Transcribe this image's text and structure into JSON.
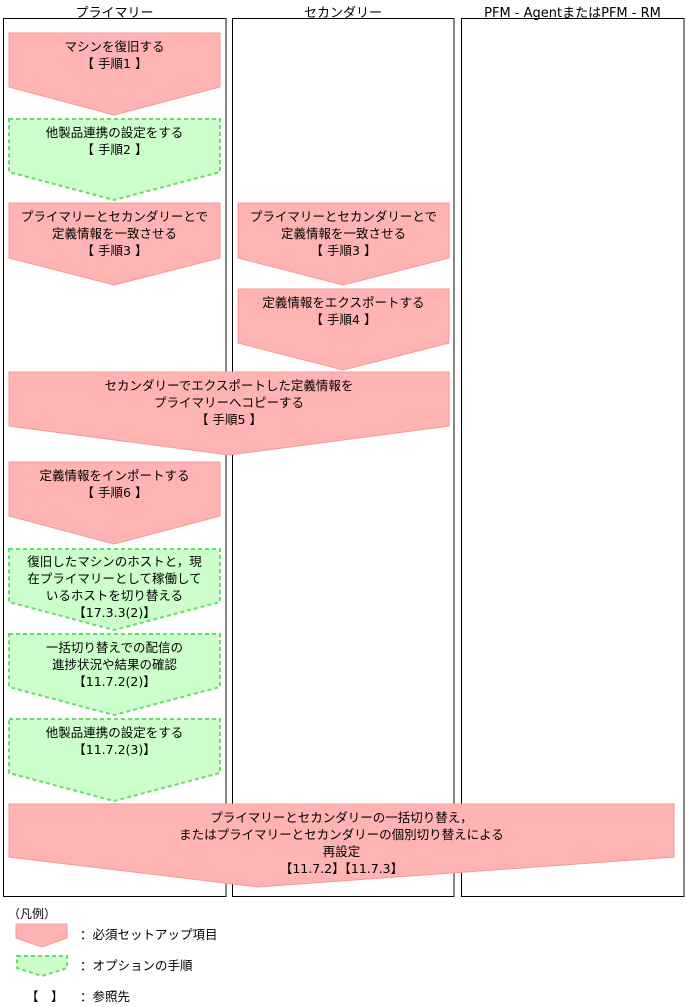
{
  "columns": [
    {
      "title": "プライマリー"
    },
    {
      "title": "セカンダリー"
    },
    {
      "title": "PFM - AgentまたはPFM - RM"
    }
  ],
  "steps": [
    {
      "id": "s1",
      "type": "required",
      "lane": "primary",
      "text": "マシンを復旧する\n【 手順1 】"
    },
    {
      "id": "s2",
      "type": "optional",
      "lane": "primary",
      "text": "他製品連携の設定をする\n【 手順2 】"
    },
    {
      "id": "s3p",
      "type": "required",
      "lane": "primary",
      "text": "プライマリーとセカンダリーとで\n定義情報を一致させる\n【 手順3 】"
    },
    {
      "id": "s3s",
      "type": "required",
      "lane": "secondary",
      "text": "プライマリーとセカンダリーとで\n定義情報を一致させる\n【 手順3 】"
    },
    {
      "id": "s4",
      "type": "required",
      "lane": "secondary",
      "text": "定義情報をエクスポートする\n【 手順4 】"
    },
    {
      "id": "s5",
      "type": "required",
      "lane": "primary+secondary",
      "text": "セカンダリーでエクスポートした定義情報を\nプライマリーへコピーする\n【 手順5 】"
    },
    {
      "id": "s6",
      "type": "required",
      "lane": "primary",
      "text": "定義情報をインポートする\n【 手順6 】"
    },
    {
      "id": "o1",
      "type": "optional",
      "lane": "primary",
      "text": "復旧したマシンのホストと，現\n在プライマリーとして稼働して\nいるホストを切り替える\n【17.3.3(2)】"
    },
    {
      "id": "o2",
      "type": "optional",
      "lane": "primary",
      "text": "一括切り替えでの配信の\n進捗状況や結果の確認\n【11.7.2(2)】"
    },
    {
      "id": "o3",
      "type": "optional",
      "lane": "primary",
      "text": "他製品連携の設定をする\n【11.7.2(3)】"
    },
    {
      "id": "final",
      "type": "required",
      "lane": "all",
      "text": "プライマリーとセカンダリーの一括切り替え，\nまたはプライマリーとセカンダリーの個別切り替えによる\n再設定\n【11.7.2】【11.7.3】"
    }
  ],
  "legend": {
    "title": "（凡例）",
    "required": "：必須セットアップ項目",
    "optional": "：オプションの手順",
    "reference_symbol": "【　】",
    "reference": "：参照先"
  },
  "colors": {
    "required_fill": "#ffb3b3",
    "required_stroke": "#f49a9a",
    "optional_fill": "#ccffcc",
    "optional_stroke": "#66dd66"
  }
}
